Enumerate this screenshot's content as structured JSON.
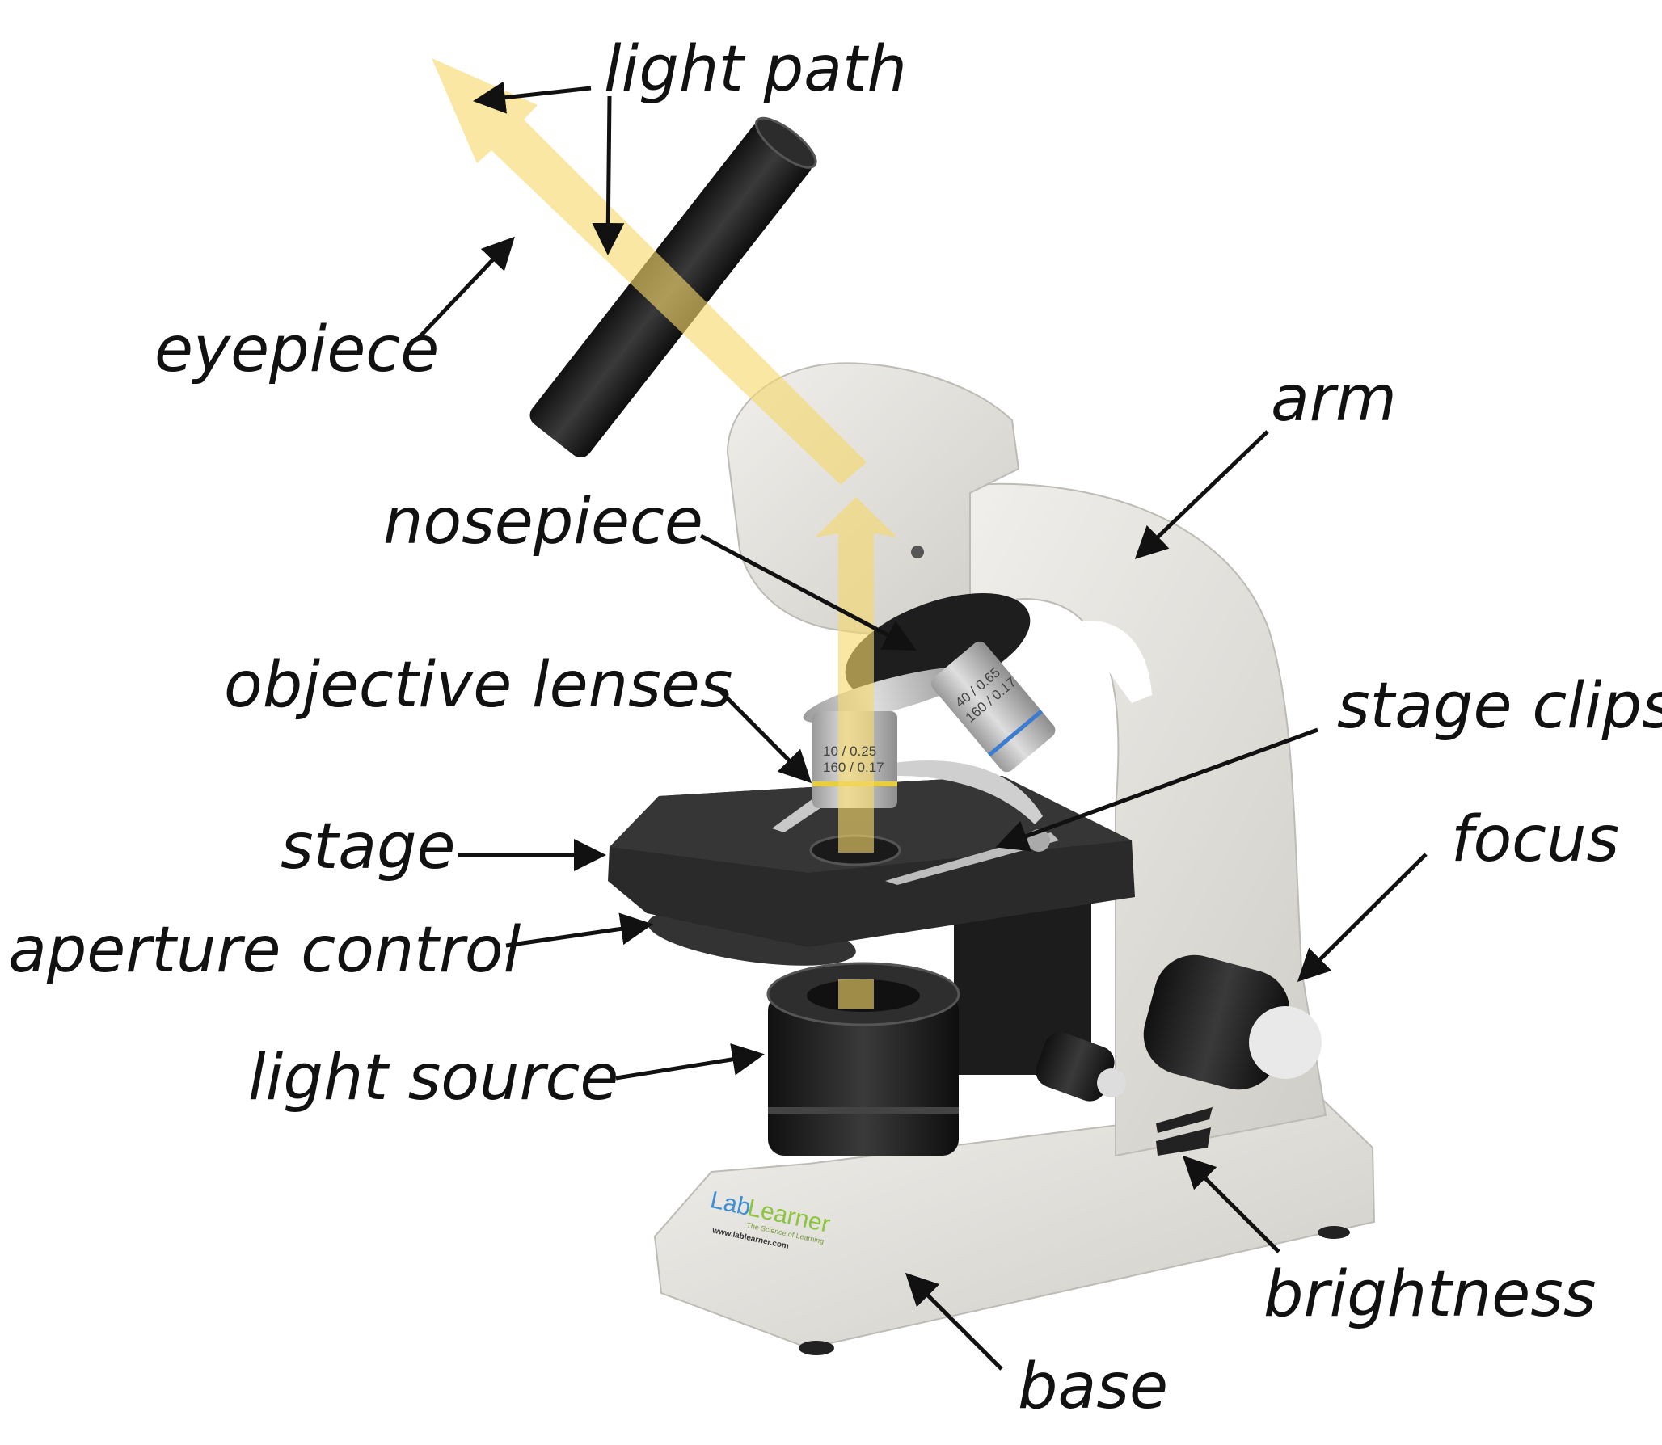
{
  "labels": {
    "light_path": "light path",
    "eyepiece": "eyepiece",
    "arm": "arm",
    "nosepiece": "nosepiece",
    "objective_lenses": "objective lenses",
    "stage_clips": "stage clips",
    "stage": "stage",
    "focus": "focus",
    "aperture_control": "aperture control",
    "light_source": "light source",
    "brightness": "brightness",
    "base": "base"
  },
  "objectives": {
    "low_line1": "10 / 0.25",
    "low_line2": "160 / 0.17",
    "high_line1": "40 / 0.65",
    "high_line2": "160 / 0.17"
  },
  "logo": {
    "brand_a": "Lab",
    "brand_b": "Learner",
    "tagline": "The Science of Learning",
    "url": "www.lablearner.com"
  },
  "colors": {
    "light_path": "#f6d96b",
    "body": "#e2e1dc",
    "dark": "#262626",
    "objective_low_ring": "#e8cf3a",
    "objective_high_ring": "#3b7bd0"
  }
}
